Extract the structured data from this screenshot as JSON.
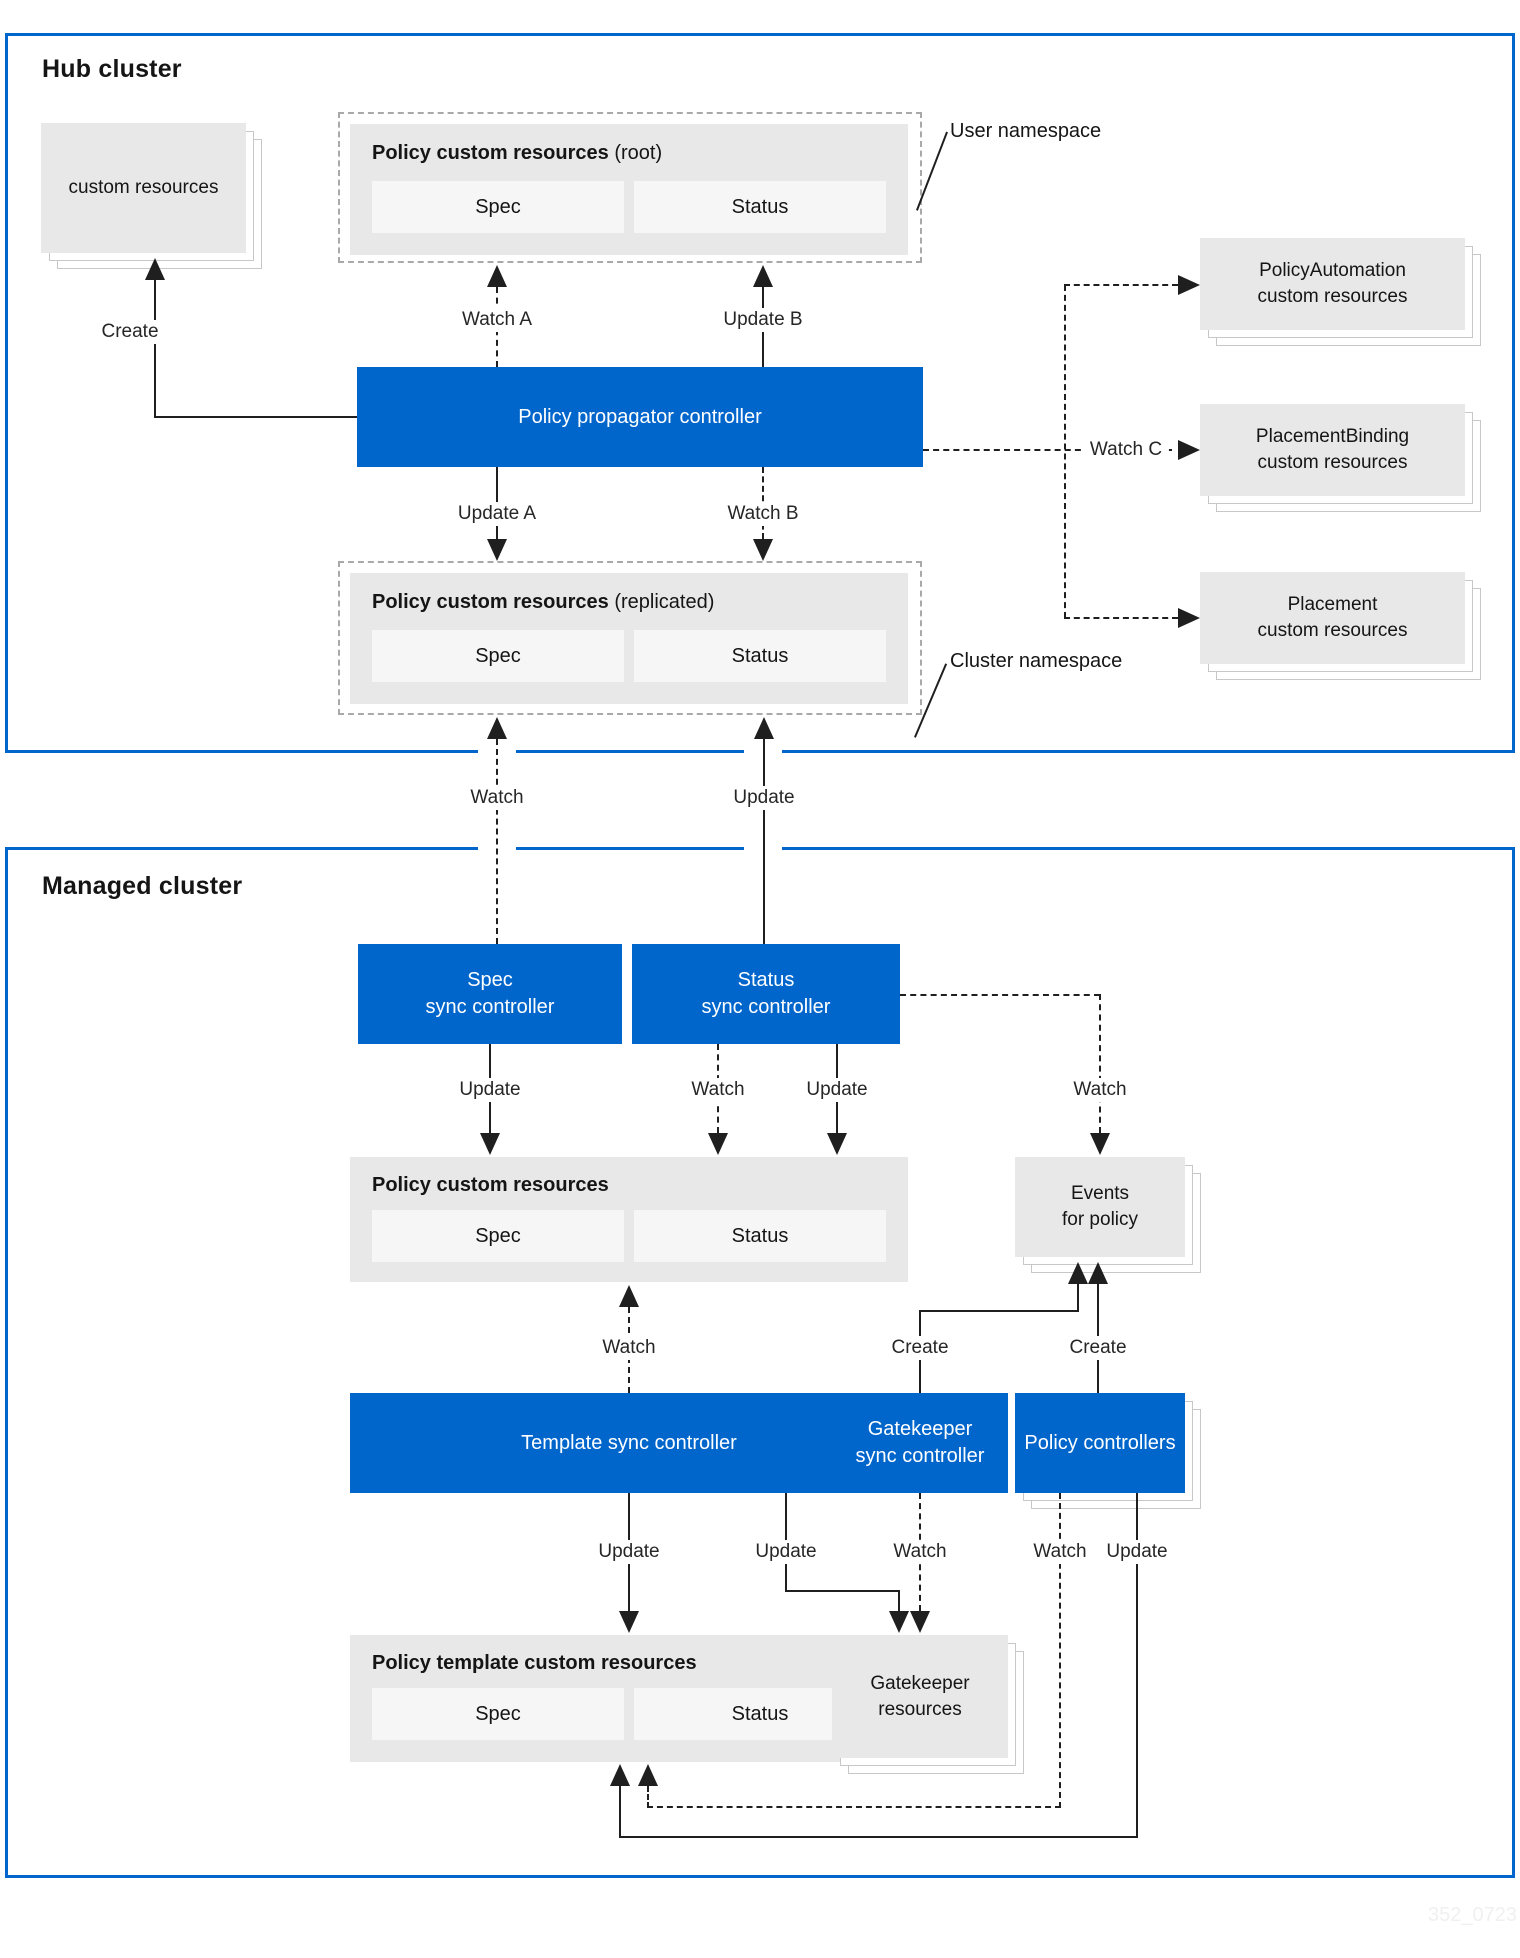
{
  "hub": {
    "title": "Hub cluster",
    "custom_resources_label": "custom resources",
    "root_box": {
      "title": "Policy custom resources",
      "qualifier": " (root)",
      "spec": "Spec",
      "status": "Status"
    },
    "replicated_box": {
      "title": "Policy custom resources",
      "qualifier": " (replicated)",
      "spec": "Spec",
      "status": "Status"
    },
    "user_namespace_label": "User namespace",
    "cluster_namespace_label": "Cluster namespace",
    "propagator_label": "Policy propagator controller",
    "create_label": "Create",
    "watch_a_label": "Watch A",
    "update_b_label": "Update B",
    "update_a_label": "Update A",
    "watch_b_label": "Watch B",
    "watch_c_label": "Watch C",
    "automation_box_label": "PolicyAutomation\ncustom resources",
    "placement_binding_box_label": "PlacementBinding\ncustom resources",
    "placement_box_label": "Placement\ncustom resources"
  },
  "bridge": {
    "watch_label": "Watch",
    "update_label": "Update"
  },
  "managed": {
    "title": "Managed cluster",
    "spec_sync_label": "Spec\nsync controller",
    "status_sync_label": "Status\nsync controller",
    "policy_box": {
      "title": "Policy custom resources",
      "spec": "Spec",
      "status": "Status"
    },
    "events_box_label": "Events\nfor policy",
    "template_sync_label": "Template sync controller",
    "gatekeeper_sync_label": "Gatekeeper\nsync controller",
    "policy_controllers_label": "Policy controllers",
    "policy_template_box": {
      "title": "Policy template custom resources",
      "spec": "Spec",
      "status": "Status"
    },
    "gatekeeper_resources_label": "Gatekeeper\nresources",
    "spec_update_label": "Update",
    "status_watch_label": "Watch",
    "status_update_label": "Update",
    "events_watch_label": "Watch",
    "template_watch_label": "Watch",
    "gatekeeper_create_label": "Create",
    "controllers_create_label": "Create",
    "template_update_left_label": "Update",
    "template_update_right_label": "Update",
    "gatekeeper_watch_label": "Watch",
    "controllers_watch_label": "Watch",
    "controllers_update_label": "Update"
  },
  "watermark": "352_0723",
  "colors": {
    "accent": "#0066cc",
    "box_fill": "#e8e8e8",
    "cell_fill": "#f6f6f6",
    "line": "#1f1f1f"
  }
}
